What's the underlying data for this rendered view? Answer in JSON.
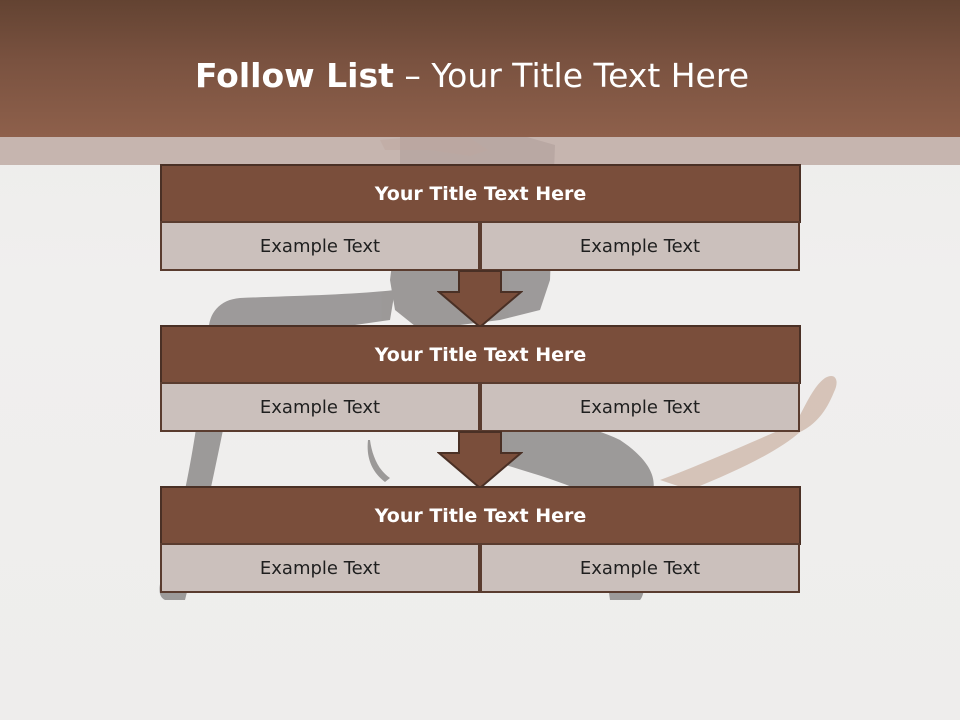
{
  "header": {
    "title_bold": "Follow List",
    "title_rest": "– Your Title Text Here"
  },
  "blocks": [
    {
      "title": "Your Title Text Here",
      "left_text": "Example Text",
      "right_text": "Example Text"
    },
    {
      "title": "Your Title Text Here",
      "left_text": "Example Text",
      "right_text": "Example Text"
    },
    {
      "title": "Your Title Text Here",
      "left_text": "Example Text",
      "right_text": "Example Text"
    }
  ],
  "colors": {
    "header": "#7a5240",
    "block_title": "#7a4e3b",
    "cell": "#cbc0bc",
    "arrow": "#7a4e3b"
  }
}
